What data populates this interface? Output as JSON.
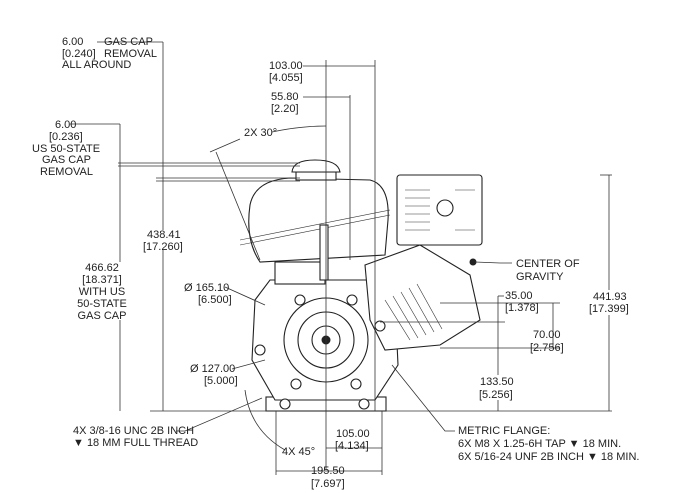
{
  "labels": {
    "gas_cap_all_around": [
      "6.00",
      "GAS CAP",
      "[0.240]",
      "REMOVAL",
      "ALL  AROUND"
    ],
    "us50_gas_cap": [
      "6.00",
      "[0.236]",
      "US 50-STATE",
      "GAS CAP",
      "REMOVAL"
    ],
    "dim_103": [
      "103.00",
      "[4.055]"
    ],
    "dim_55": [
      "55.80",
      "[2.20]"
    ],
    "angle_30": "2X 30°",
    "dim_438": [
      "438.41",
      "[17.260]"
    ],
    "dim_466": [
      "466.62",
      "[18.371]",
      "WITH US",
      "50-STATE",
      "GAS CAP"
    ],
    "dia_165": [
      "Ø 165.10",
      "[6.500]"
    ],
    "dia_127": [
      "Ø 127.00",
      "[5.000]"
    ],
    "center_of_gravity": [
      "CENTER OF",
      "GRAVITY"
    ],
    "dim_35": [
      "35.00",
      "[1.378]"
    ],
    "dim_70": [
      "70.00",
      "[2.756]"
    ],
    "dim_133": [
      "133.50",
      "[5.256]"
    ],
    "dim_441": [
      "441.93",
      "[17.399]"
    ],
    "thread_note": [
      "4X 3/8-16 UNC 2B INCH",
      "▼ 18 MM FULL THREAD"
    ],
    "dim_105": [
      "105.00",
      "[4.134]"
    ],
    "angle_45": "4X 45°",
    "dim_195": [
      "195.50",
      "[7.697]"
    ],
    "metric_flange": [
      "METRIC FLANGE:",
      "6X M8 X 1.25-6H TAP ▼ 18 MIN.",
      "6X 5/16-24 UNF 2B INCH ▼ 18 MIN."
    ]
  }
}
